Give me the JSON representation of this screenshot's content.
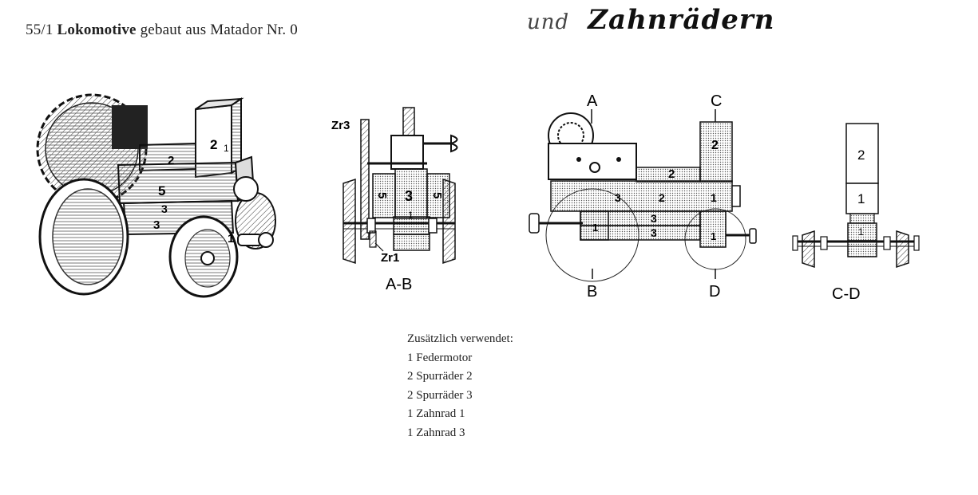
{
  "header": {
    "number": "55/1",
    "name": "Lokomotive",
    "rest": "gebaut aus Matador Nr. 0"
  },
  "handwriting": {
    "word1": "und",
    "word2": "Zahnrädern"
  },
  "views": {
    "perspective": {
      "labels": [
        "2",
        "1",
        "2",
        "5",
        "3",
        "3",
        "1"
      ]
    },
    "front": {
      "caption": "A-B",
      "labels": [
        "Zr3",
        "Zr1",
        "5",
        "3",
        "5",
        "1"
      ]
    },
    "side": {
      "markers": [
        "A",
        "C",
        "B",
        "D"
      ],
      "labels": [
        "2",
        "2",
        "3",
        "2",
        "1",
        "3",
        "3",
        "1",
        "1"
      ]
    },
    "end": {
      "caption": "C-D",
      "labels": [
        "2",
        "1",
        "1"
      ]
    }
  },
  "parts": {
    "heading": "Zusätzlich verwendet:",
    "items": [
      "1 Federmotor",
      "2 Spurräder 2",
      "2 Spurräder 3",
      "1 Zahnrad 1",
      "1 Zahnrad 3"
    ]
  }
}
